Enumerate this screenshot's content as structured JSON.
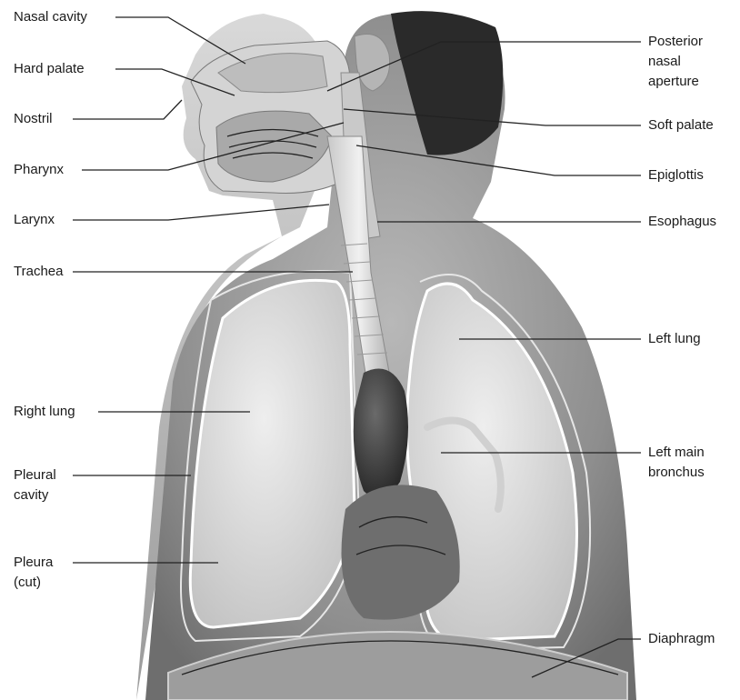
{
  "labels": {
    "nasal_cavity": "Nasal cavity",
    "hard_palate": "Hard palate",
    "nostril": "Nostril",
    "pharynx": "Pharynx",
    "larynx": "Larynx",
    "trachea": "Trachea",
    "right_lung": "Right lung",
    "pleural_cavity": [
      "Pleural",
      "cavity"
    ],
    "pleura_cut": [
      "Pleura",
      "(cut)"
    ],
    "posterior_nasal_aperture": [
      "Posterior",
      "nasal",
      "aperture"
    ],
    "soft_palate": "Soft palate",
    "epiglottis": "Epiglottis",
    "esophagus": "Esophagus",
    "left_lung": "Left lung",
    "left_main_bronchus": [
      "Left main",
      "bronchus"
    ],
    "diaphragm": "Diaphragm"
  }
}
